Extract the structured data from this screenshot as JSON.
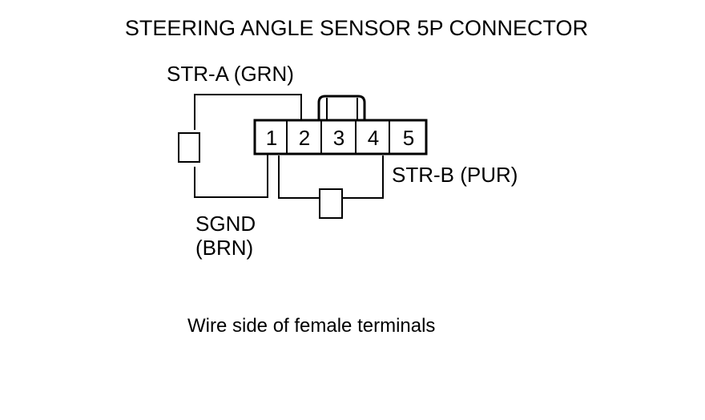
{
  "title": "STEERING ANGLE SENSOR 5P CONNECTOR",
  "connector": {
    "pins": [
      "1",
      "2",
      "3",
      "4",
      "5"
    ]
  },
  "wires": {
    "str_a": "STR-A (GRN)",
    "str_b": "STR-B (PUR)",
    "sgnd_line1": "SGND",
    "sgnd_line2": "(BRN)"
  },
  "caption": "Wire side of female terminals"
}
